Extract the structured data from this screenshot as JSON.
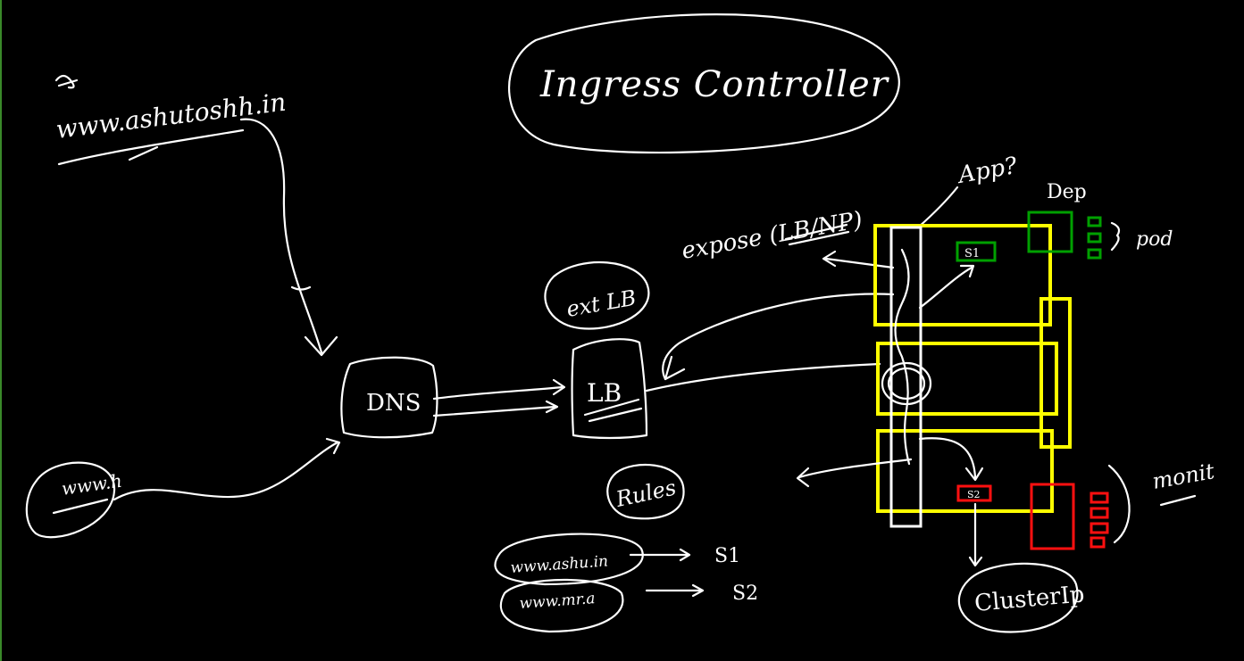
{
  "board": {
    "title": "Ingress Controller",
    "url_main": "www.ashutoshh.in",
    "url_side": "www.h",
    "dns_label": "DNS",
    "lb_label": "LB",
    "ext_lb_label": "ext LB",
    "expose_label": "expose (LB/NP)",
    "app_label": "App?",
    "dep_label": "Dep",
    "pod_label": "pod",
    "s1_label": "S1",
    "s2_label": "S2",
    "cluster_ip_label": "ClusterIp",
    "monit_label": "monit",
    "rules_label": "Rules",
    "rules": [
      {
        "host": "www.ashu.in",
        "target": "S1"
      },
      {
        "host": "www.mr.a",
        "target": "S2"
      }
    ]
  },
  "colors": {
    "background": "#000000",
    "ink": "#ffffff",
    "nodes": "#ffff00",
    "deployment_green": "#00a000",
    "deployment_red": "#ff1010"
  }
}
